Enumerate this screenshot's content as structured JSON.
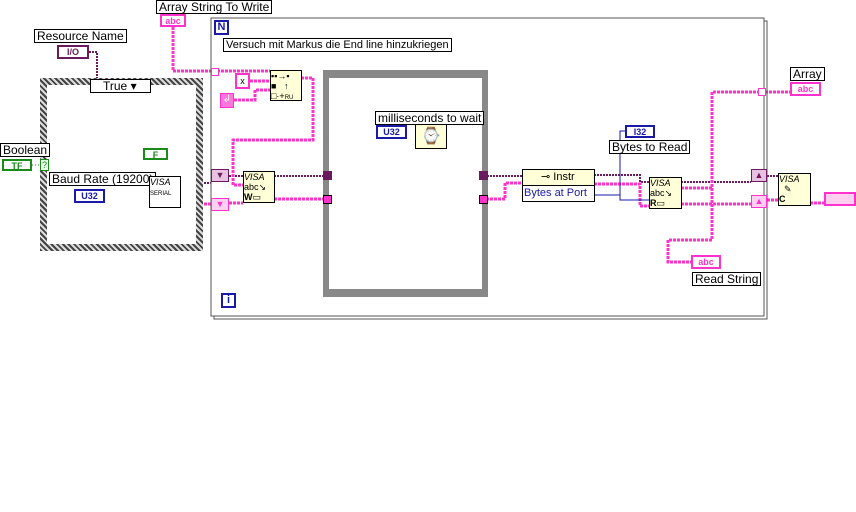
{
  "labels": {
    "array_string_to_write": "Array String To Write",
    "resource_name": "Resource Name",
    "boolean": "Boolean",
    "baud_rate": "Baud Rate (19200)",
    "comment": "Versuch mit Markus die End line hinzukriegen",
    "ms_to_wait": "milliseconds to wait",
    "bytes_to_read": "Bytes to Read",
    "read_string": "Read String",
    "array": "Array"
  },
  "case_selector": "True",
  "terminals": {
    "abc": "abc",
    "io": "I/O",
    "tf": "TF",
    "u32": "U32",
    "i32": "I32",
    "f_const": "F",
    "x_const": "x",
    "question": "?"
  },
  "loop": {
    "count": "N",
    "index": "i"
  },
  "nodes": {
    "visa_serial": "VISA",
    "serial": "SERIAL",
    "visa_write": "VISA",
    "write_letter": "W",
    "visa_read": "VISA",
    "read_letter": "R",
    "visa_close": "VISA",
    "close_letter": "C",
    "abc": "abc",
    "property_class": "Instr",
    "property_item": "Bytes at Port"
  },
  "colors": {
    "refnum": "#6b1a5e",
    "string": "#ff33cc",
    "numeric": "#1a1aa8",
    "boolean": "#1a8a1a"
  }
}
